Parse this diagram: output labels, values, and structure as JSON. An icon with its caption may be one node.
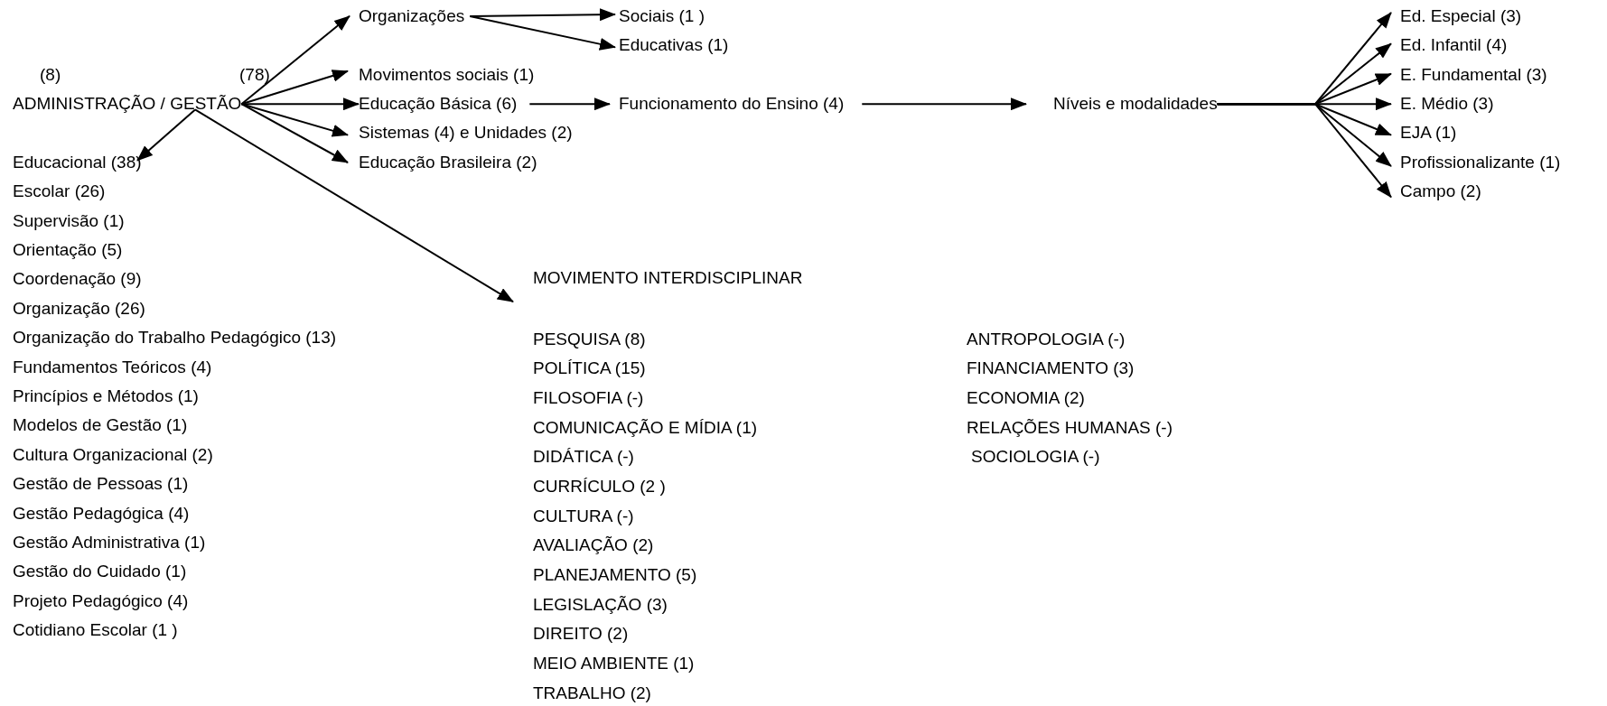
{
  "diagram": {
    "nodes": [
      {
        "text": [
          "ADMINISTRAÇÃO / GESTÃO"
        ],
        "beside": [
          "(8)",
          "(78)"
        ]
      },
      {
        "text": [
          "Organizações"
        ]
      },
      {
        "text": [
          "Sociais (1 )"
        ]
      },
      {
        "text": [
          "Educativas (1)"
        ]
      },
      {
        "text": [
          "Movimentos sociais (1)"
        ]
      },
      {
        "text": [
          "Educação Básica (6)"
        ]
      },
      {
        "text": [
          "Funcionamento do Ensino (4)"
        ]
      },
      {
        "text": [
          "Níveis e modalidades"
        ]
      },
      {
        "text": [
          "Sistemas (4) e Unidades (2)"
        ]
      },
      {
        "text": [
          "Educação Brasileira (2)"
        ]
      },
      {
        "text": [
          "Educacional (38)",
          "Escolar (26)",
          "Supervisão (1)",
          "Orientação (5)",
          "Coordenação (9)",
          "Organização (26)",
          "Organização do Trabalho Pedagógico (13)",
          "Fundamentos Teóricos (4)",
          "Princípios e Métodos (1)",
          "Modelos de Gestão (1)",
          "Cultura Organizacional (2)",
          "Gestão de Pessoas (1)",
          "Gestão Pedagógica (4)",
          "Gestão Administrativa (1)",
          "Gestão do Cuidado (1)",
          "Projeto Pedagógico (4)",
          "Cotidiano Escolar (1 )"
        ]
      },
      {
        "text": [
          "MOVIMENTO INTERDISCIPLINAR"
        ]
      },
      {
        "text": [
          "Ed. Especial (3)"
        ]
      },
      {
        "text": [
          "Ed. Infantil (4)"
        ]
      },
      {
        "text": [
          "E. Fundamental (3)"
        ]
      },
      {
        "text": [
          "E. Médio (3)"
        ]
      },
      {
        "text": [
          "EJA (1)"
        ]
      },
      {
        "text": [
          "Profissionalizante (1)"
        ]
      },
      {
        "text": [
          "Campo (2)"
        ]
      }
    ],
    "edges": [
      {
        "from": 0,
        "to": 1,
        "arrow": "to"
      },
      {
        "from": 0,
        "to": 4,
        "arrow": "to"
      },
      {
        "from": 0,
        "to": 5,
        "arrow": "to"
      },
      {
        "from": 0,
        "to": 8,
        "arrow": "to"
      },
      {
        "from": 0,
        "to": 9,
        "arrow": "to"
      },
      {
        "from": 0,
        "to": 10,
        "arrow": "to"
      },
      {
        "from": 0,
        "to": 11,
        "arrow": "to"
      },
      {
        "from": 1,
        "to": 2,
        "arrow": "to"
      },
      {
        "from": 1,
        "to": 3,
        "arrow": "to"
      },
      {
        "from": 5,
        "to": 6,
        "arrow": "to"
      },
      {
        "from": 6,
        "to": 7,
        "arrow": "to"
      },
      {
        "from": 7,
        "to": 12,
        "arrow": "to"
      },
      {
        "from": 7,
        "to": 13,
        "arrow": "to"
      },
      {
        "from": 7,
        "to": 14,
        "arrow": "to"
      },
      {
        "from": 7,
        "to": 15,
        "arrow": "to"
      },
      {
        "from": 7,
        "to": 16,
        "arrow": "to"
      },
      {
        "from": 7,
        "to": 17,
        "arrow": "to"
      },
      {
        "from": 7,
        "to": 18,
        "arrow": "to"
      }
    ],
    "labels": [
      "PESQUISA (8)",
      "POLÍTICA (15)",
      "FILOSOFIA (-)",
      "COMUNICAÇÃO E MÍDIA (1)",
      "DIDÁTICA (-)",
      "CURRÍCULO (2 )",
      "CULTURA (-)",
      "AVALIAÇÃO (2)",
      "PLANEJAMENTO (5)",
      "LEGISLAÇÃO (3)",
      "DIREITO (2)",
      "MEIO AMBIENTE (1)",
      "TRABALHO (2)",
      "ANTROPOLOGIA (-)",
      "FINANCIAMENTO (3)",
      "ECONOMIA (2)",
      "RELAÇÕES HUMANAS (-)",
      "SOCIOLOGIA (-)"
    ]
  }
}
